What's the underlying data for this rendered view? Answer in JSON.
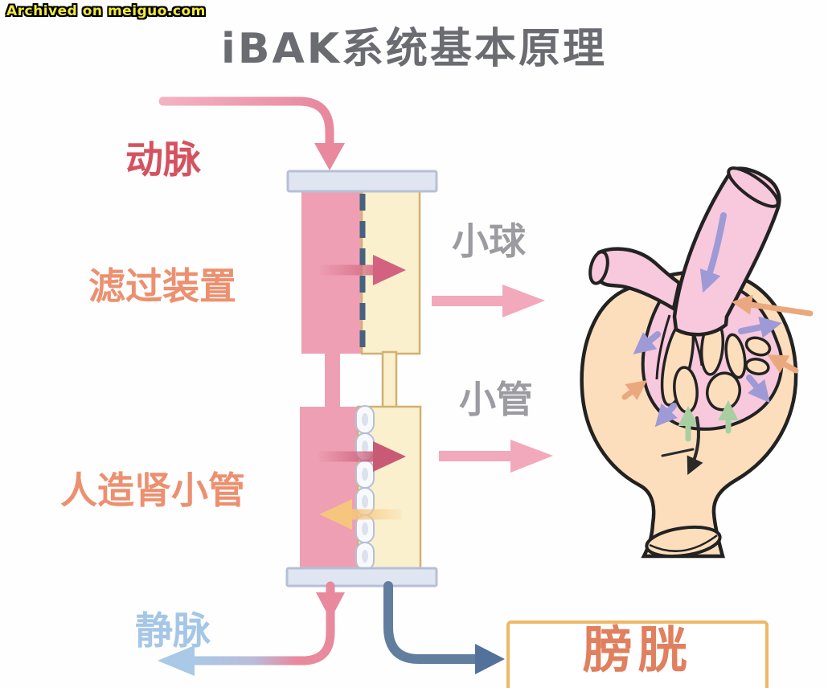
{
  "watermark": {
    "text": "Archived on meiguo.com",
    "color": "#f2ea3d"
  },
  "title": {
    "text": "iBAK系统基本原理",
    "color": "#6b6b72"
  },
  "labels": {
    "artery": {
      "text": "动脉",
      "color": "#d5525f"
    },
    "filter_device": {
      "text": "滤过装置",
      "color": "#ec9070"
    },
    "artificial_tubule": {
      "text": "人造肾小管",
      "color": "#ec9070"
    },
    "vein": {
      "text": "静脉",
      "color": "#a5c6e6"
    },
    "glomerulus": {
      "text": "小球",
      "color": "#9b9ba1"
    },
    "tubule": {
      "text": "小管",
      "color": "#9b9ba1"
    },
    "bladder": {
      "text": "膀胱",
      "color": "#e0805f",
      "box_border_color": "#efb867"
    }
  },
  "device": {
    "blood_side_color": "#ee9fb3",
    "filtrate_side_color": "#fbf0cd",
    "filtrate_border_color": "#d2b071",
    "cap_color": "#e0e6f1",
    "membrane_dash_color": "#46627f",
    "cell_capsule_count": 6,
    "cell_capsule_fill": "#f7f9fc"
  },
  "arrows": {
    "artery_inflow": {
      "name": "artery-inflow-arrow",
      "color": "#e8899e"
    },
    "filtration": {
      "name": "filtration-arrow",
      "color": "#d2627f"
    },
    "secretion": {
      "name": "secretion-arrow",
      "color": "#c95a76"
    },
    "reabsorption": {
      "name": "reabsorption-arrow",
      "color": "#f6c57e"
    },
    "vein_outflow": {
      "name": "vein-outflow-arrow",
      "color": "#a9c9e6"
    },
    "urine_to_bladder": {
      "name": "urine-to-bladder-arrow",
      "color": "#627e9e"
    },
    "to_glomerulus_label": {
      "name": "to-glomerulus-arrow",
      "color": "#f2a9bb"
    },
    "to_tubule_label": {
      "name": "to-tubule-arrow",
      "color": "#f2a9bb"
    }
  },
  "nephron": {
    "capsule_color": "#fcdebc",
    "vessel_color": "#f8c8dc",
    "outline_color": "#222222",
    "blood_flow_arrow_color": "#9e9ad6",
    "inward_arrow_color": "#eaa87e",
    "upward_arrow_color": "#a8cfa0"
  }
}
